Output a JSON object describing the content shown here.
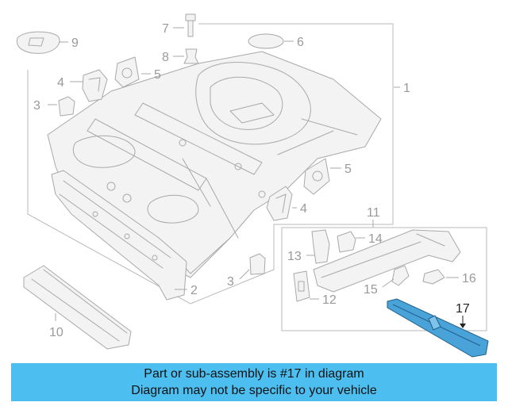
{
  "callouts": {
    "c1": "1",
    "c2": "2",
    "c3a": "3",
    "c3b": "3",
    "c4a": "4",
    "c4b": "4",
    "c5a": "5",
    "c5b": "5",
    "c6": "6",
    "c7": "7",
    "c8": "8",
    "c9": "9",
    "c10": "10",
    "c11": "11",
    "c12": "12",
    "c13": "13",
    "c14": "14",
    "c15": "15",
    "c16": "16",
    "c17": "17"
  },
  "highlight": {
    "part": "17",
    "color": "#4aa3d8"
  },
  "banner": {
    "line1": "Part or sub-assembly is #17 in diagram",
    "line2": "Diagram may not be specific to your vehicle",
    "color": "#4dbef0"
  }
}
